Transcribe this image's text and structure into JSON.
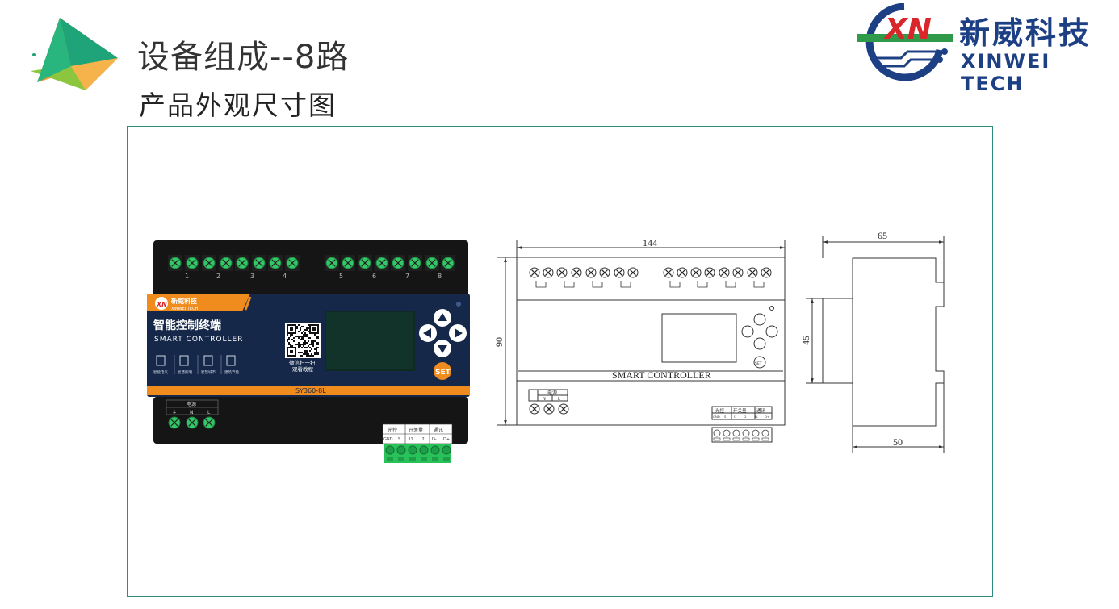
{
  "header": {
    "title": "设备组成--8路",
    "subtitle": "产品外观尺寸图"
  },
  "brand": {
    "logo_text": "XN",
    "name_cn": "新威科技",
    "name_en": "XINWEI TECH"
  },
  "product_photo": {
    "channel_labels": [
      "1",
      "2",
      "3",
      "4",
      "5",
      "6",
      "7",
      "8"
    ],
    "panel_logo_cn": "新威科技",
    "panel_logo_en": "XINWEI TECH",
    "panel_title_cn": "智能控制终端",
    "panel_title_en": "SMART CONTROLLER",
    "feature_labels": [
      "智能电气",
      "智慧照明",
      "智慧城市",
      "建筑节能"
    ],
    "qr_caption_line1": "微信扫一扫",
    "qr_caption_line2": "观看教程",
    "set_label": "SET",
    "model": "SY360-8L",
    "power_label": "电源",
    "power_terminals": [
      "⏚",
      "N",
      "L"
    ],
    "io_groups": [
      "光控",
      "开关量",
      "通讯"
    ],
    "io_terminals": [
      "GND",
      "S",
      "I1",
      "I2",
      "D-",
      "D+"
    ]
  },
  "front_drawing": {
    "width_dim": "144",
    "height_dim": "90",
    "label": "SMART CONTROLLER",
    "power_label": "电源",
    "power_terminals": [
      "N",
      "L"
    ],
    "set_label": "SET",
    "io_groups": [
      "光控",
      "开关量",
      "通讯"
    ],
    "io_terminals": [
      "GND",
      "S",
      "I1",
      "I2",
      "D-",
      "D+"
    ]
  },
  "side_drawing": {
    "depth_dim": "65",
    "height_dim": "45",
    "base_dim": "50"
  },
  "colors": {
    "brand_blue": "#1d3f84",
    "brand_green": "#2e9a4a",
    "accent_orange": "#f08c1e",
    "frame": "#2f8b80",
    "panel_blue": "#152849",
    "terminal_green": "#28c15a"
  }
}
